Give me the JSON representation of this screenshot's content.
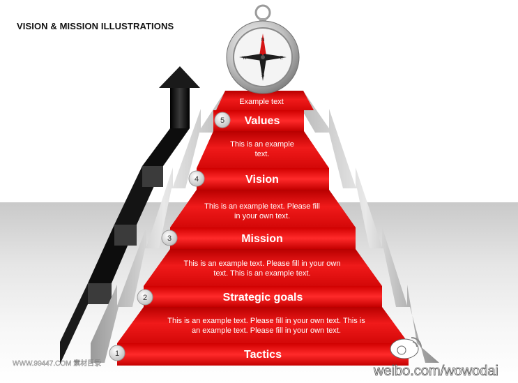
{
  "title": "VISION & MISSION ILLUSTRATIONS",
  "top_caption": "Example text",
  "compass": {
    "n": "N",
    "s": "S",
    "e": "E",
    "w": "W"
  },
  "steps": [
    {
      "number": "5",
      "title": "Values",
      "desc": [
        "This is an example",
        "text."
      ]
    },
    {
      "number": "4",
      "title": "Vision",
      "desc": [
        "This is an example text. Please fill",
        "in your own text."
      ]
    },
    {
      "number": "3",
      "title": "Mission",
      "desc": [
        "This is an example text. Please fill in your own",
        "text. This is an example text."
      ]
    },
    {
      "number": "2",
      "title": "Strategic goals",
      "desc": [
        "This is an example text. Please fill in your own text. This is",
        "an example text. Please fill in your own text."
      ]
    },
    {
      "number": "1",
      "title": "Tactics"
    }
  ],
  "watermark_left": "WWW.99447.COM 素材目录",
  "watermark_right": "weibo.com/wowodai",
  "colors": {
    "red": "#e01010",
    "dark_red": "#a00000",
    "silver": "#c8c8c8",
    "arrow": "#111111"
  }
}
